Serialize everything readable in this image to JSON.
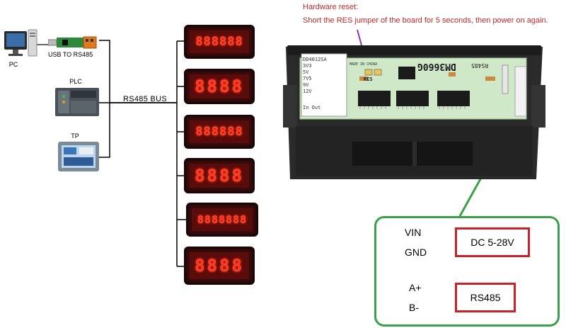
{
  "devices": {
    "pc_label": "PC",
    "usb_label": "USB TO RS485",
    "plc_label": "PLC",
    "tp_label": "TP"
  },
  "bus": {
    "label": "RS485 BUS"
  },
  "displays": [
    {
      "digits": "888888",
      "type": "6-digit"
    },
    {
      "digits": "8888",
      "type": "4-digit"
    },
    {
      "digits": "888888",
      "type": "6-digit"
    },
    {
      "digits": "8888",
      "type": "4-digit"
    },
    {
      "digits": "8888888",
      "type": "7-digit"
    },
    {
      "digits": "8888",
      "type": "4-digit"
    }
  ],
  "reset_note": {
    "title": "Hardware reset:",
    "text": "Short the RES jumper of the board for 5 seconds, then power on again."
  },
  "board": {
    "model_text": "DM3660G",
    "rs485_text": "RS485",
    "res_text": "RES",
    "made_in": "MADE IN CHINA",
    "voltage_labels": [
      "DD4012SA",
      "3V3",
      "5V",
      "7V5",
      "9V",
      "12V"
    ],
    "in_out_text": "In  Out"
  },
  "wiring": {
    "vin_label": "VIN",
    "gnd_label": "GND",
    "a_plus_label": "A+",
    "b_minus_label": "B-",
    "power_box": "DC 5-28V",
    "comm_box": "RS485"
  },
  "colors": {
    "led_red": "#ff3a22",
    "callout_green": "#3aa14a",
    "box_red": "#c8222a",
    "note_red": "#c0282a",
    "pcb_green": "#cfe9c8"
  }
}
